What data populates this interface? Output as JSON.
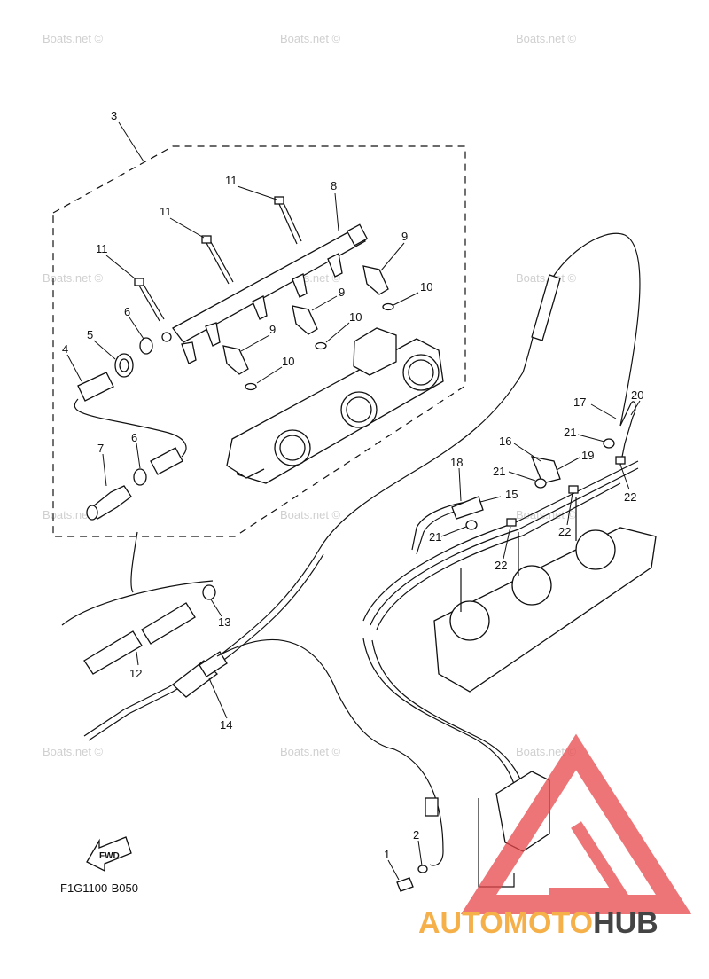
{
  "diagram": {
    "callouts": [
      {
        "id": "c3",
        "label": "3"
      },
      {
        "id": "c8",
        "label": "8"
      },
      {
        "id": "c11a",
        "label": "11"
      },
      {
        "id": "c11b",
        "label": "11"
      },
      {
        "id": "c11c",
        "label": "11"
      },
      {
        "id": "c9a",
        "label": "9"
      },
      {
        "id": "c9b",
        "label": "9"
      },
      {
        "id": "c9c",
        "label": "9"
      },
      {
        "id": "c10a",
        "label": "10"
      },
      {
        "id": "c10b",
        "label": "10"
      },
      {
        "id": "c10c",
        "label": "10"
      },
      {
        "id": "c6a",
        "label": "6"
      },
      {
        "id": "c6b",
        "label": "6"
      },
      {
        "id": "c5",
        "label": "5"
      },
      {
        "id": "c4",
        "label": "4"
      },
      {
        "id": "c7",
        "label": "7"
      },
      {
        "id": "c12",
        "label": "12"
      },
      {
        "id": "c13",
        "label": "13"
      },
      {
        "id": "c14",
        "label": "14"
      },
      {
        "id": "c15",
        "label": "15"
      },
      {
        "id": "c16",
        "label": "16"
      },
      {
        "id": "c17",
        "label": "17"
      },
      {
        "id": "c18",
        "label": "18"
      },
      {
        "id": "c19",
        "label": "19"
      },
      {
        "id": "c20",
        "label": "20"
      },
      {
        "id": "c21a",
        "label": "21"
      },
      {
        "id": "c21b",
        "label": "21"
      },
      {
        "id": "c21c",
        "label": "21"
      },
      {
        "id": "c22a",
        "label": "22"
      },
      {
        "id": "c22b",
        "label": "22"
      },
      {
        "id": "c22c",
        "label": "22"
      },
      {
        "id": "c1",
        "label": "1"
      },
      {
        "id": "c2",
        "label": "2"
      }
    ],
    "figure_code": "F1G1100-B050",
    "fwd_label": "FWD",
    "watermark_text": "Boats.net ©"
  },
  "logo": {
    "part_a": "AUTOMOTO",
    "part_b": "HUB",
    "accent_color": "#f5b04a",
    "dark_color": "#444444",
    "triangle_color": "#e8474a"
  }
}
